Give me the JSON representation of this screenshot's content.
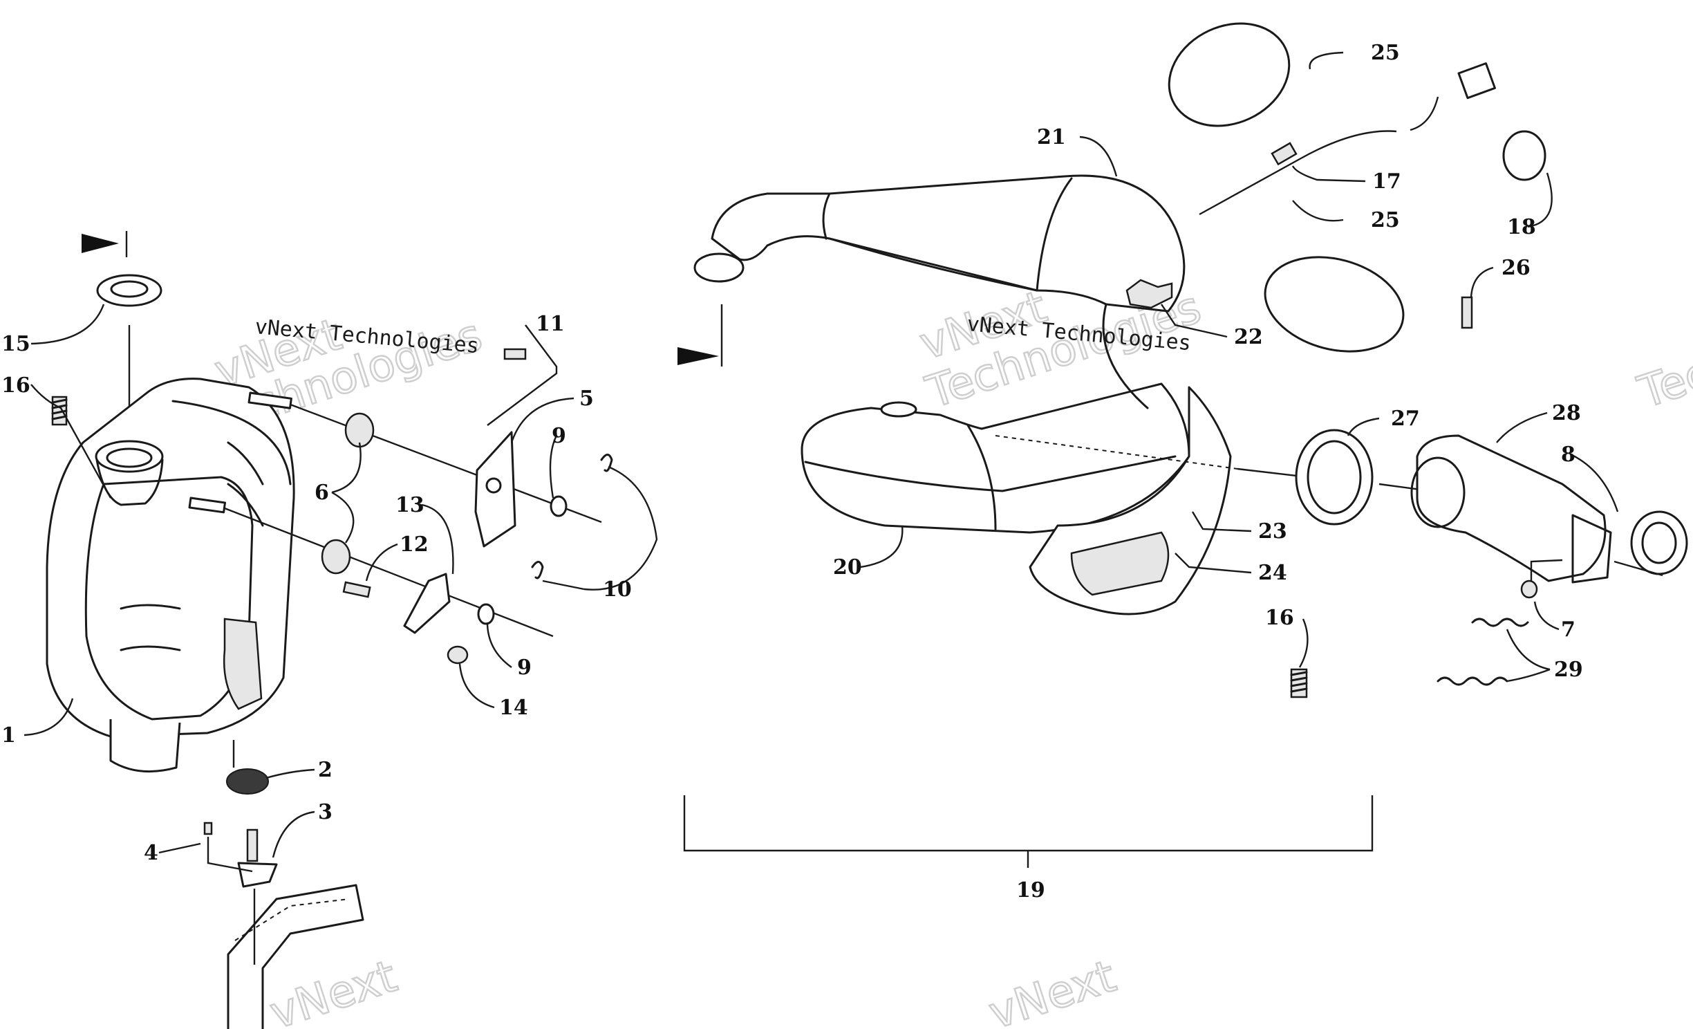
{
  "watermark": {
    "line1": "vNext",
    "line2": "Technologies",
    "small": "vNext Technologies"
  },
  "callouts": {
    "c1": "1",
    "c2": "2",
    "c3": "3",
    "c4": "4",
    "c5": "5",
    "c6": "6",
    "c7": "7",
    "c8": "8",
    "c9a": "9",
    "c9b": "9",
    "c10": "10",
    "c11": "11",
    "c12": "12",
    "c13": "13",
    "c14": "14",
    "c15": "15",
    "c16a": "16",
    "c16b": "16",
    "c17": "17",
    "c18": "18",
    "c19": "19",
    "c20": "20",
    "c21": "21",
    "c22": "22",
    "c23": "23",
    "c24": "24",
    "c25a": "25",
    "c25b": "25",
    "c26": "26",
    "c27": "27",
    "c28": "28",
    "c29": "29"
  }
}
